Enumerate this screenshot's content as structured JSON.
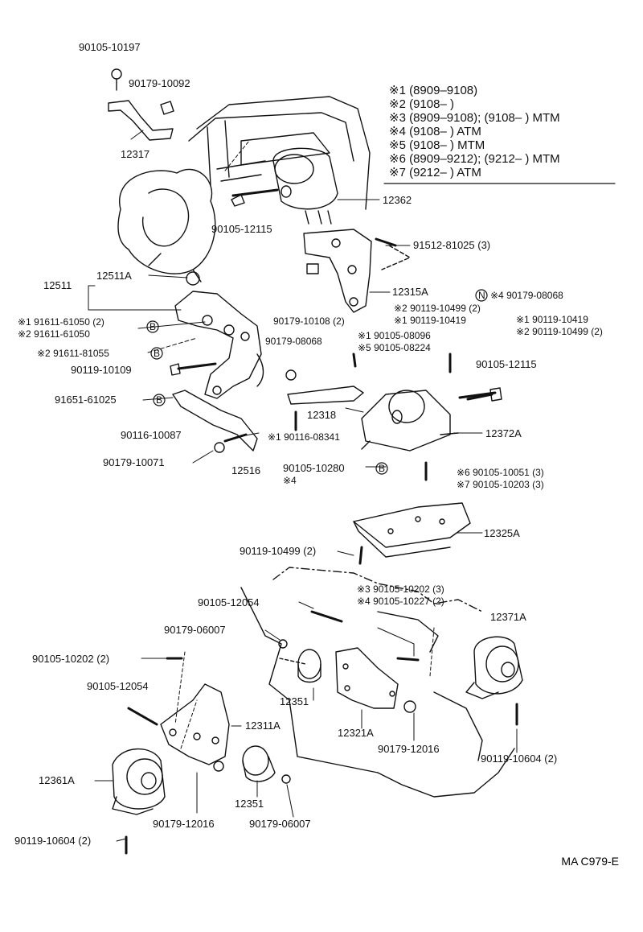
{
  "legend": [
    "※1 (8909–9108)",
    "※2 (9108–          )",
    "※3 (8909–9108); (9108–          ) MTM",
    "※4 (9108–          ) ATM",
    "※5 (9108–          ) MTM",
    "※6 (8909–9212); (9212–          ) MTM",
    "※7 (9212–          ) ATM"
  ],
  "labels": {
    "l01": "90105-10197",
    "l02": "90179-10092",
    "l03": "12317",
    "l04": "90105-12115",
    "l05": "12362",
    "l06": "91512-81025 (3)",
    "l07": "12511",
    "l08": "12511A",
    "l09": "12315A",
    "l10": "※4 90179-08068",
    "l11": "90179-10108 (2)",
    "l12": "※2 90119-10499 (2)",
    "l13": "※1 90119-10419",
    "l14": "※1 91611-61050 (2)",
    "l15": "※2 91611-61050",
    "l16": "90179-08068",
    "l17": "※1 90105-08096",
    "l18": "※5 90105-08224",
    "l19": "※1 90119-10419",
    "l20": "※2 90119-10499 (2)",
    "l21": "※2 91611-81055",
    "l22": "90119-10109",
    "l23": "90105-12115",
    "l24": "91651-61025",
    "l25": "12318",
    "l26": "12372A",
    "l27": "90116-10087",
    "l28": "※1 90116-08341",
    "l29": "90179-10071",
    "l30": "12516",
    "l31": "90105-10280",
    "l32": "※4",
    "l33": "※6 90105-10051 (3)",
    "l34": "※7 90105-10203 (3)",
    "l35": "12325A",
    "l36": "90119-10499 (2)",
    "l37": "※3 90105-10202 (3)",
    "l38": "※4 90105-10227 (2)",
    "l39": "90105-12054",
    "l40": "12371A",
    "l41": "90179-06007",
    "l42": "90105-10202 (2)",
    "l43": "12351",
    "l44": "90105-12054",
    "l45": "12311A",
    "l46": "12321A",
    "l47": "90179-12016",
    "l48": "90119-10604 (2)",
    "l49": "12361A",
    "l50": "12351",
    "l51": "90179-12016",
    "l52": "90179-06007",
    "l53": "90119-10604 (2)"
  },
  "markers": {
    "b": "B",
    "n": "N"
  },
  "figure_code": "MA C979-E"
}
